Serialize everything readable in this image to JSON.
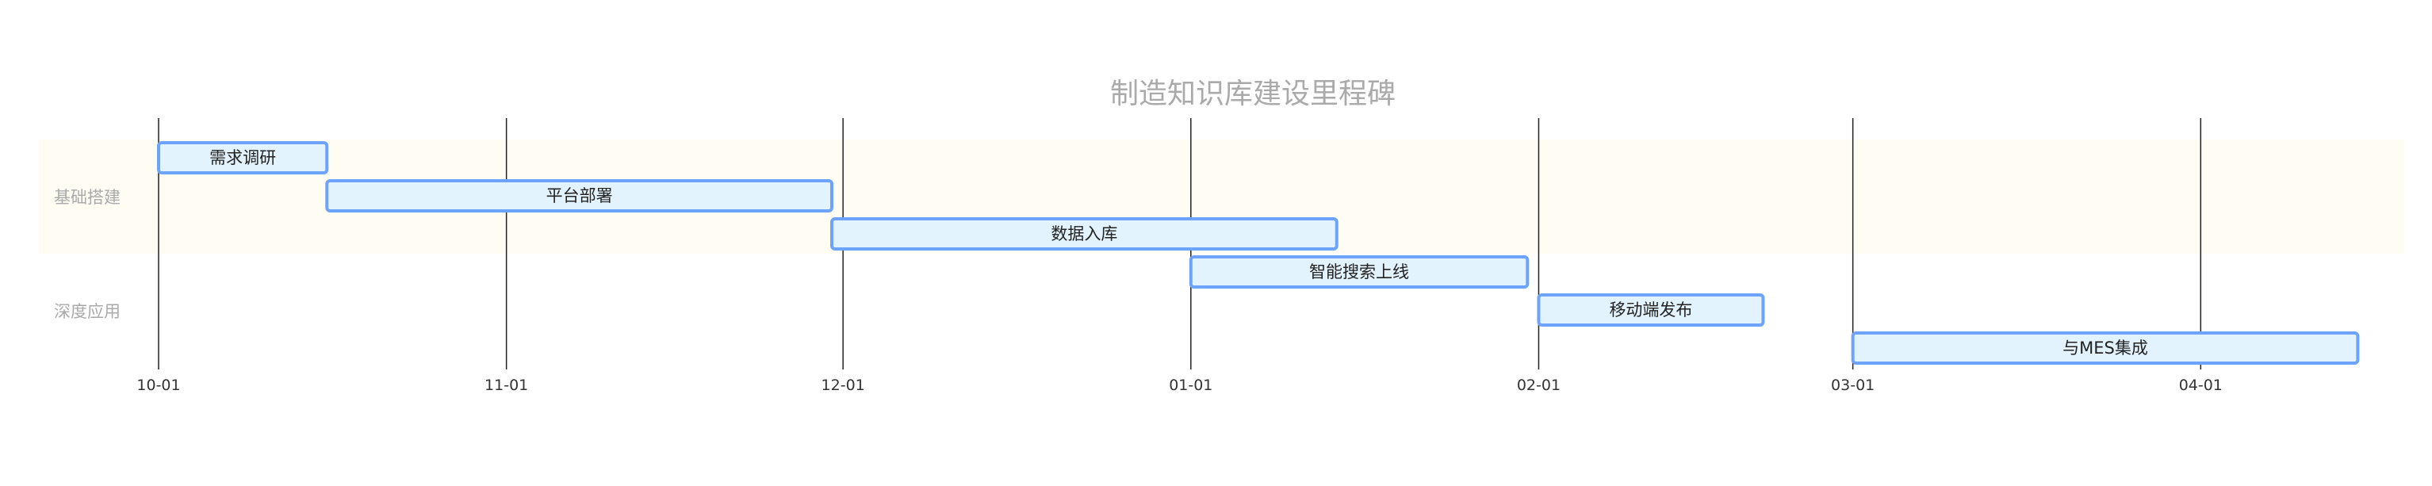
{
  "chart_data": {
    "type": "gantt",
    "title": "制造知识库建设里程碑",
    "axis": {
      "start": "2024-10-01",
      "end": "2025-04-24",
      "ticks": [
        {
          "date": "2024-10-01",
          "label": "10-01"
        },
        {
          "date": "2024-11-01",
          "label": "11-01"
        },
        {
          "date": "2024-12-01",
          "label": "12-01"
        },
        {
          "date": "2025-01-01",
          "label": "01-01"
        },
        {
          "date": "2025-02-01",
          "label": "02-01"
        },
        {
          "date": "2025-03-01",
          "label": "03-01"
        },
        {
          "date": "2025-04-01",
          "label": "04-01"
        }
      ]
    },
    "sections": [
      {
        "name": "基础搭建",
        "color": "#fffcf4",
        "tasks": [
          {
            "name": "需求调研",
            "start": "2024-10-01",
            "end": "2024-10-16"
          },
          {
            "name": "平台部署",
            "start": "2024-10-16",
            "end": "2024-11-30"
          },
          {
            "name": "数据入库",
            "start": "2024-11-30",
            "end": "2025-01-14"
          }
        ]
      },
      {
        "name": "深度应用",
        "color": "#ffffff",
        "tasks": [
          {
            "name": "智能搜索上线",
            "start": "2025-01-01",
            "end": "2025-01-31"
          },
          {
            "name": "移动端发布",
            "start": "2025-02-01",
            "end": "2025-02-21"
          },
          {
            "name": "与MES集成",
            "start": "2025-03-01",
            "end": "2025-04-15"
          }
        ]
      }
    ],
    "colors": {
      "bar_fill": "#e3f3fd",
      "bar_stroke": "#6ea3fb",
      "title": "#aaaaaa"
    }
  }
}
